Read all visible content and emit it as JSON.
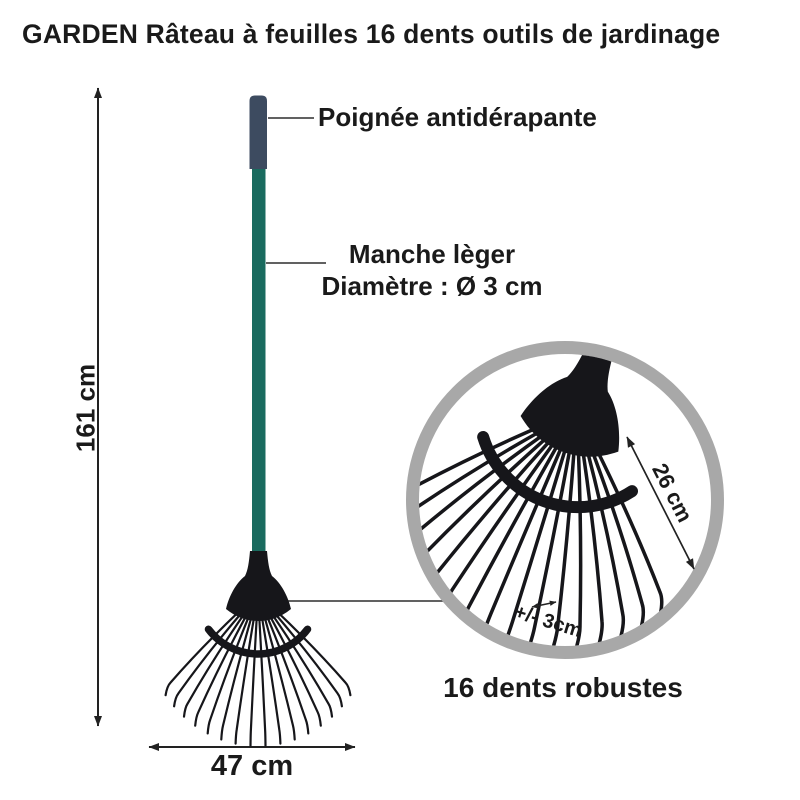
{
  "title": "GARDEN Râteau à feuilles 16 dents outils de jardinage",
  "callouts": {
    "grip": "Poignée antidérapante",
    "shaft_line1": "Manche lèger",
    "shaft_line2": "Diamètre : Ø 3 cm"
  },
  "dimensions": {
    "height": "161 cm",
    "width": "47 cm",
    "head_length": "26 cm",
    "tine_spacing": "+/- 3cm"
  },
  "caption": "16 dents robustes",
  "figure": {
    "teeth_count": 16
  },
  "colors": {
    "shaft": "#1a6b5f",
    "grip": "#3d4b60",
    "head": "#16161a",
    "ring": "#a8a8a8",
    "text": "#1a1a1a",
    "line": "#222222"
  }
}
